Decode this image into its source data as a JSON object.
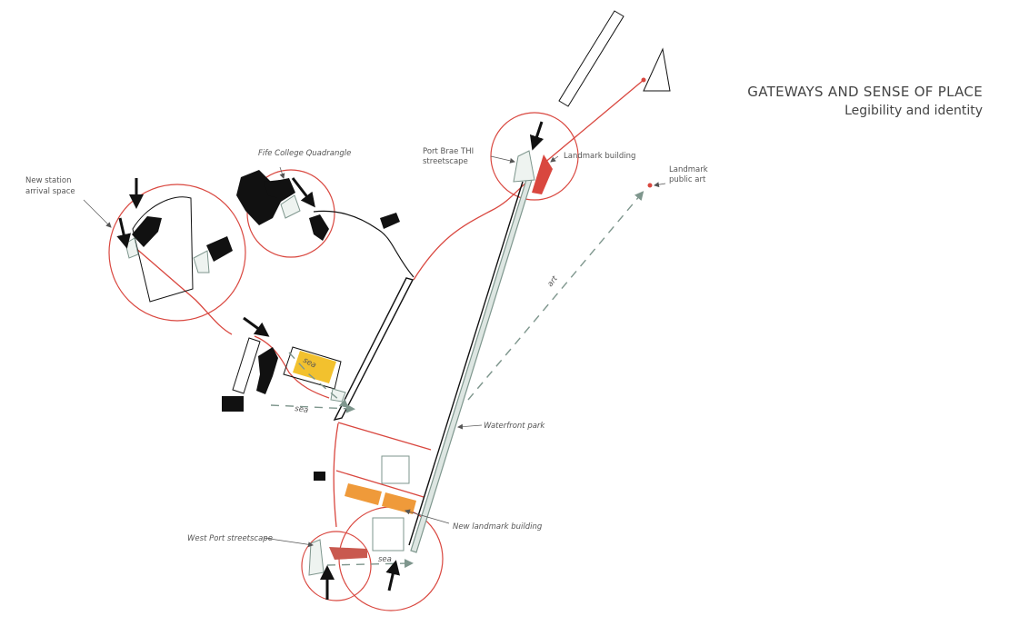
{
  "title": {
    "main": "GATEWAYS AND SENSE OF PLACE",
    "sub": "Legibility and identity"
  },
  "labels": {
    "new_station_l1": "New station",
    "new_station_l2": "arrival space",
    "fife_college": "Fife College Quadrangle",
    "port_brae_l1": "Port Brae THI",
    "port_brae_l2": "streetscape",
    "landmark_building": "Landmark building",
    "landmark_art_l1": "Landmark",
    "landmark_art_l2": "public art",
    "art": "art",
    "waterfront_park": "Waterfront park",
    "sea_1": "sea",
    "sea_2": "sea",
    "sea_3": "sea",
    "new_landmark_building": "New landmark building",
    "west_port": "West Port streetscape"
  },
  "colors": {
    "red": "#d9473f",
    "landmark_red": "#c9594f",
    "orange": "#ef9a3a",
    "yellow": "#f2c12e",
    "sage": "#7e968d",
    "black": "#111111"
  }
}
